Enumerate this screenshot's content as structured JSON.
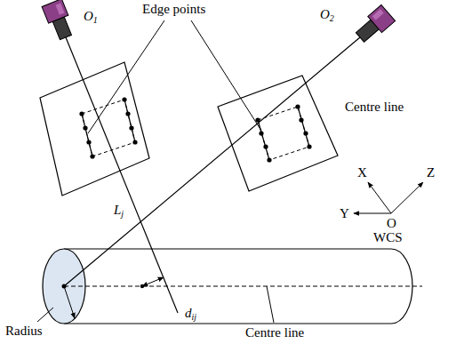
{
  "diagram": {
    "labels": [
      "O1",
      "O2",
      "Edge points",
      "Centre line",
      "Lj",
      "dij",
      "X",
      "Z",
      "Y",
      "O",
      "WCS",
      "Radius",
      "Centre line"
    ]
  }
}
